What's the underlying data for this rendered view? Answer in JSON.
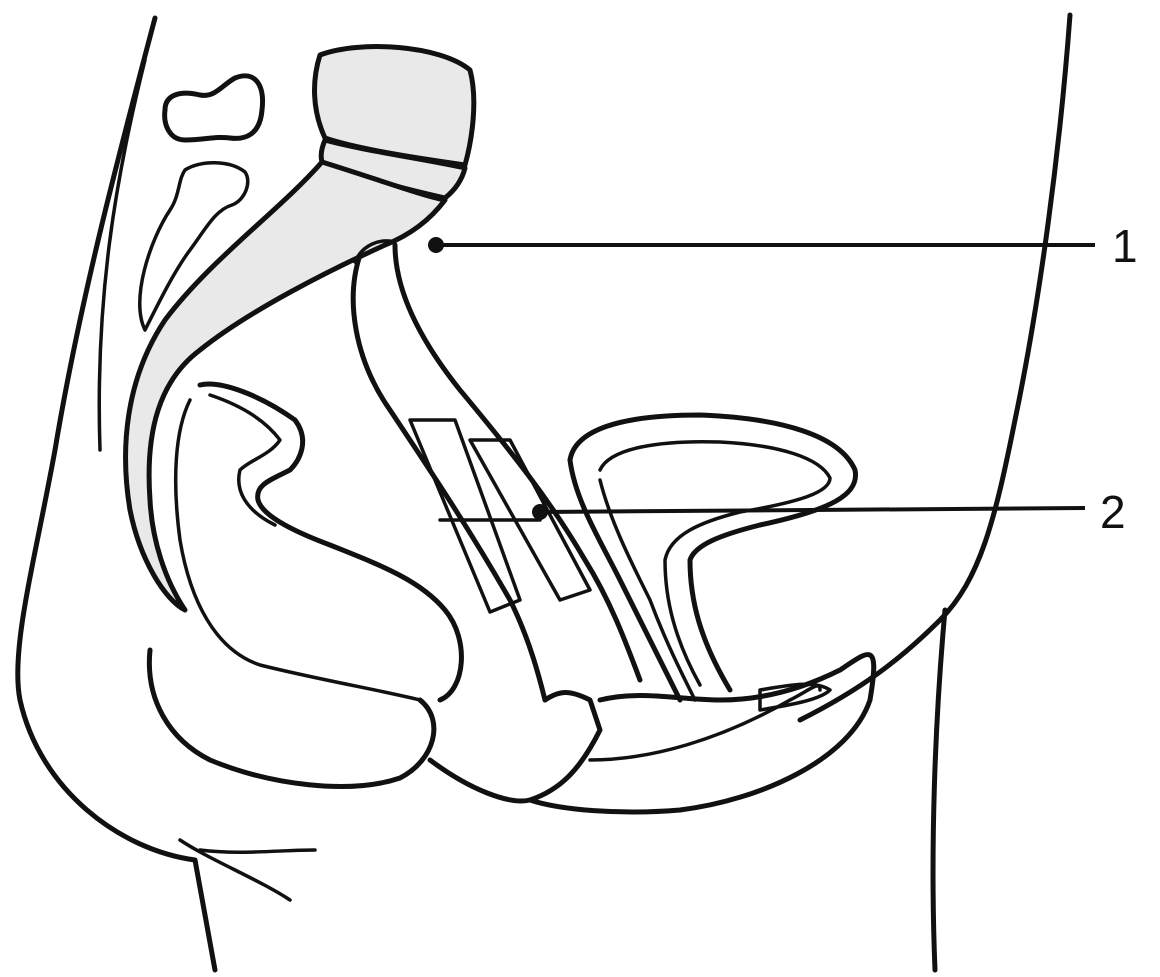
{
  "labels": [
    {
      "id": "1",
      "text": "1"
    },
    {
      "id": "2",
      "text": "2"
    }
  ],
  "colors": {
    "line": "#111111",
    "bone_fill": "#e9e9e9",
    "background": "#ffffff"
  }
}
